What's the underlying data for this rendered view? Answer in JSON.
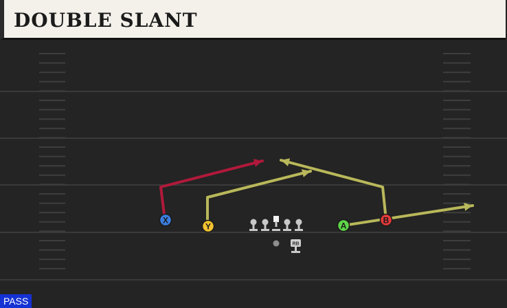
{
  "play": {
    "title": "DOUBLE SLANT",
    "type_badge": "PASS"
  },
  "colors": {
    "field": "#242424",
    "yard_line": "#3a3a3a",
    "hash_mark": "#3e3e3e",
    "route_x": "#b0193b",
    "route_yellow": "#b9b85a",
    "x_circle": "#3b7de0",
    "y_circle": "#f2c230",
    "a_circle": "#5fd448",
    "b_circle": "#e63a3a",
    "lineman": "#c9c9c9",
    "badge_bg": "#1532d4"
  },
  "players": [
    {
      "id": "x",
      "label": "X",
      "color_key": "x_circle"
    },
    {
      "id": "y",
      "label": "Y",
      "color_key": "y_circle"
    },
    {
      "id": "a",
      "label": "A",
      "color_key": "a_circle"
    },
    {
      "id": "b",
      "label": "B",
      "color_key": "b_circle"
    },
    {
      "id": "rb",
      "label": "RB",
      "color_key": "lineman"
    }
  ],
  "routes": [
    {
      "player": "x",
      "route": "slant",
      "color_key": "route_x"
    },
    {
      "player": "y",
      "route": "slant",
      "color_key": "route_yellow"
    },
    {
      "player": "a",
      "route": "flat",
      "color_key": "route_yellow"
    },
    {
      "player": "b",
      "route": "slant",
      "color_key": "route_yellow"
    }
  ],
  "offensive_line_count": 5,
  "icons": [
    "ball-icon",
    "lineman-icon",
    "arrowhead-icon"
  ]
}
